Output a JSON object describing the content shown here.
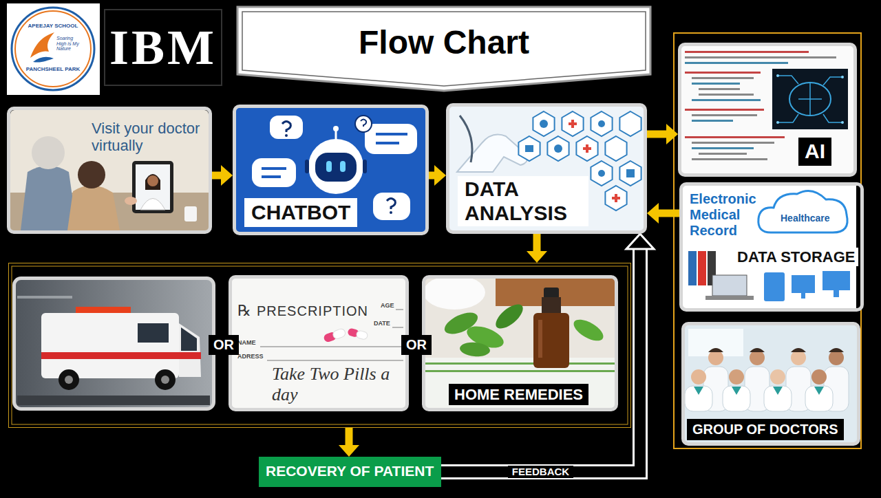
{
  "diagram": {
    "title": "Flow Chart",
    "nodes": [
      {
        "text": [
          "Visit your doctor virtually"
        ]
      },
      {
        "text": [
          "CHATBOT"
        ]
      },
      {
        "text": [
          "DATA ANALYSIS"
        ]
      },
      {
        "text": [
          "AI"
        ]
      },
      {
        "text": [
          "Electronic Medical Record",
          "Healthcare",
          "DATA STORAGE"
        ]
      },
      {
        "text": [
          "OR",
          "OR"
        ]
      },
      {
        "text": [
          "℞",
          "PRESCRIPTION",
          "AGE",
          "DATE",
          "NAME",
          "ADRESS",
          "Take Two Pills a day"
        ],
        "in": 5
      },
      {
        "text": [
          "HOME REMEDIES"
        ],
        "in": 5
      },
      {
        "text": [
          "GROUP OF DOCTORS"
        ]
      },
      {
        "text": [
          "RECOVERY OF PATIENT"
        ]
      }
    ],
    "edges": [
      {
        "from": 0,
        "to": 1,
        "arrow": "to"
      },
      {
        "from": 1,
        "to": 2,
        "arrow": "to"
      },
      {
        "from": 2,
        "to": 3,
        "arrow": "to"
      },
      {
        "from": 4,
        "to": 2,
        "arrow": "to"
      },
      {
        "from": 2,
        "to": 5,
        "arrow": "to"
      },
      {
        "from": 5,
        "to": 9,
        "arrow": "to"
      },
      {
        "from": 9,
        "to": 2,
        "label": "FEEDBACK",
        "arrow": "to"
      }
    ],
    "labels": [
      "APEEJAY SCHOOL",
      "Soaring High is My Nature",
      "PANCHSHEEL PARK",
      "IBM"
    ]
  }
}
